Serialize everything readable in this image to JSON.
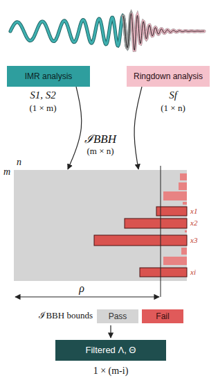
{
  "diagram": {
    "nodes": [
      {
        "text": [
          "IMR analysis"
        ]
      },
      {
        "text": [
          "Ringdown analysis"
        ]
      },
      {
        "text": [
          "ℐBBH",
          "(m × n)"
        ]
      },
      {
        "text": [
          "Filtered Λ, Θ"
        ]
      }
    ],
    "edges": [
      {
        "from": 0,
        "to": 2,
        "arrow": "to"
      },
      {
        "from": 1,
        "to": 2,
        "arrow": "to"
      }
    ],
    "labels": [
      "S1, S2",
      "(1 × m)",
      "Sf",
      "(1 × n)",
      "n",
      "m",
      "x1",
      "x2",
      "x3",
      "xi",
      "ρ",
      "ℐBBH bounds",
      "1 × (m-i)"
    ],
    "legend": [
      {
        "text": "Pass",
        "color": "#d4d4d4"
      },
      {
        "text": "Fail",
        "color": "#e05a5a"
      }
    ]
  }
}
